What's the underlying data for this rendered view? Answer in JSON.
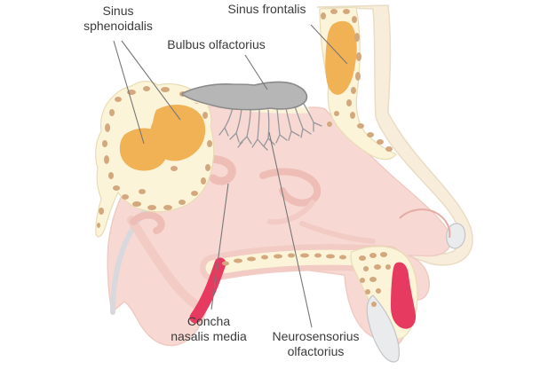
{
  "figure": {
    "type": "anatomical-diagram",
    "subject": "Sagittal section of the human nasal cavity with paranasal sinuses and olfactory structures",
    "labels": {
      "sinus_sphenoidalis": {
        "line1": "Sinus",
        "line2": "sphenoidalis"
      },
      "sinus_frontalis": {
        "text": "Sinus frontalis"
      },
      "bulbus_olfactorius": {
        "text": "Bulbus olfactorius"
      },
      "concha_nasalis_media": {
        "line1": "Concha",
        "line2": "nasalis media"
      },
      "neurosensorius_olfactorius": {
        "line1": "Neurosensorius",
        "line2": "olfactorius"
      }
    },
    "colors": {
      "background": "#ffffff",
      "bone_cream": "#FBF4D9",
      "bone_edge": "#E8DCB4",
      "bone_spots": "#D3A87E",
      "sinus_orange": "#F1B155",
      "mucosa_pink": "#F8D8D3",
      "mucosa_edge": "#EECBC3",
      "fold_pink": "#EDBDB6",
      "fold_pink_light": "#F1CBC4",
      "red_structure": "#E63A60",
      "bulb_gray": "#B6B6B6",
      "bulb_edge": "#8A8A8A",
      "nerve_gray": "#98989C",
      "cartilage_gray": "#E9EBEC",
      "cartilage_edge": "#C2C5C8",
      "pharynx_gray": "#D8D8DD",
      "skin_beige": "#F8ECDA",
      "skin_edge": "#E9DDC6",
      "label_text": "#3b3b3b",
      "leader_line": "#777777"
    }
  }
}
